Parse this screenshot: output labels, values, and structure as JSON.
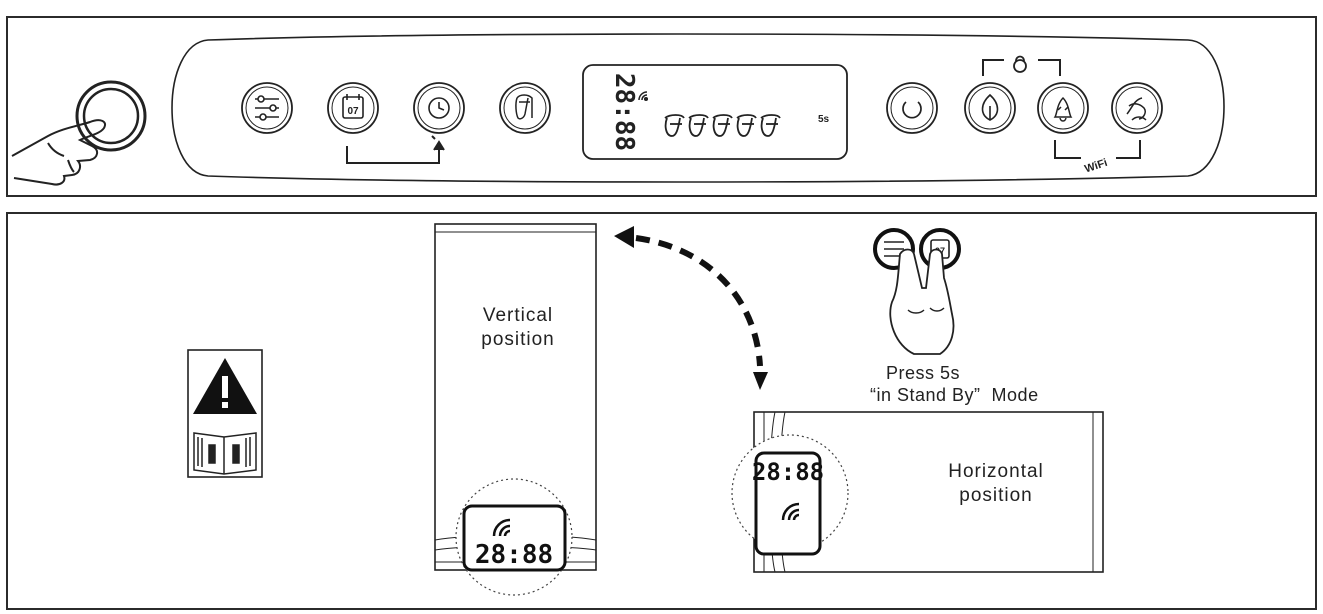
{
  "control_panel": {
    "calendar_day": "07",
    "display_time": "28:88",
    "hold_time_label": "5s",
    "wifi_label": "WiFi"
  },
  "orientation": {
    "vertical_label_line1": "Vertical",
    "vertical_label_line2": "position",
    "horizontal_label_line1": "Horizontal",
    "horizontal_label_line2": "position",
    "vertical_display_time": "28:88",
    "horizontal_display_time": "28:88",
    "instruction_line1": "Press 5s",
    "instruction_line2": "“in Stand By”  Mode",
    "finger_calendar_day": "07"
  },
  "icons": [
    "hand-press-icon",
    "settings-sliders-icon",
    "calendar-icon",
    "clock-icon",
    "towel-icon",
    "wifi-icon",
    "power-icon",
    "eco-leaf-icon",
    "bell-icon",
    "drying-icon",
    "lock-icon",
    "warning-icon",
    "manual-book-icon",
    "two-finger-icon"
  ]
}
